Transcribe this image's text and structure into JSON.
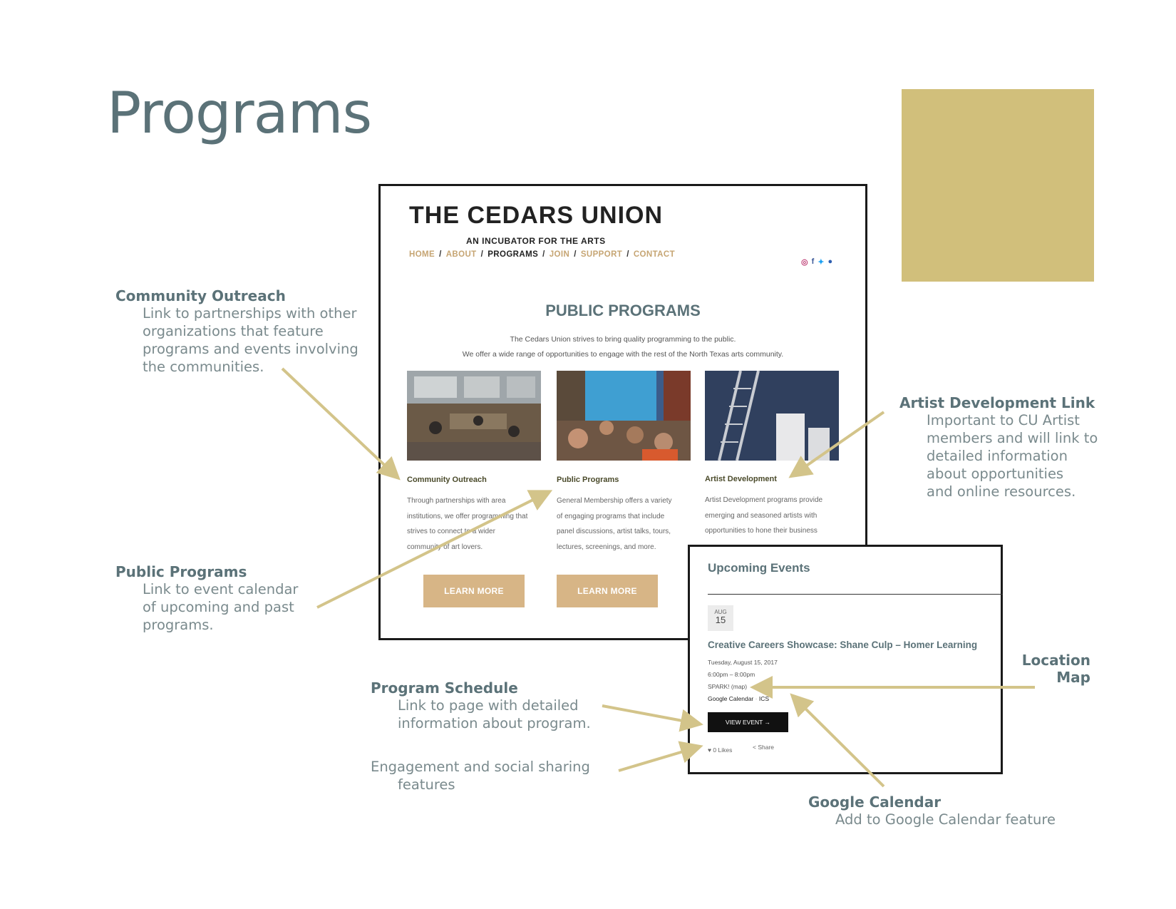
{
  "slide": {
    "title": "Programs"
  },
  "annotations": {
    "community_outreach": {
      "heading": "Community Outreach",
      "lines": [
        "Link to partnerships with other",
        "organizations that feature",
        "programs and events involving",
        "the communities."
      ]
    },
    "public_programs": {
      "heading": "Public Programs",
      "lines": [
        "Link to event calendar",
        "of upcoming and past",
        "programs."
      ]
    },
    "artist_development": {
      "heading": "Artist Development Link",
      "lines": [
        "Important to CU Artist",
        "members and will link to",
        "detailed information",
        "about opportunities",
        "and online resources."
      ]
    },
    "program_schedule": {
      "heading": "Program Schedule",
      "lines": [
        "Link to page with detailed",
        "information about program."
      ]
    },
    "engagement": {
      "lines": [
        "Engagement and social sharing",
        "features"
      ]
    },
    "location": {
      "lines": [
        "Location",
        "Map"
      ]
    },
    "google_calendar": {
      "heading": "Google Calendar",
      "lines": [
        "Add to Google Calendar feature"
      ]
    }
  },
  "site": {
    "name": "THE CEDARS UNION",
    "tagline": "AN INCUBATOR FOR THE ARTS",
    "nav": [
      "HOME",
      "ABOUT",
      "PROGRAMS",
      "JOIN",
      "SUPPORT",
      "CONTACT"
    ],
    "active_nav": "PROGRAMS",
    "social": [
      "instagram-icon",
      "facebook-icon",
      "twitter-icon",
      "flickr-icon"
    ],
    "section_title": "PUBLIC PROGRAMS",
    "intro": [
      "The Cedars Union strives to bring quality programming to the public.",
      "We offer a wide range of opportunities to engage with the rest of the North Texas arts community."
    ],
    "cards": [
      {
        "title": "Community Outreach",
        "text": [
          "Through partnerships with area",
          "institutions, we offer programming that",
          "strives to connect to a wider",
          "community of art lovers."
        ],
        "button": "LEARN MORE"
      },
      {
        "title": "Public Programs",
        "text": [
          "General Membership offers a variety",
          "of engaging programs that include",
          "panel discussions, artist talks, tours,",
          "lectures, screenings, and more."
        ],
        "button": "LEARN MORE"
      },
      {
        "title": "Artist Development",
        "text": [
          "Artist Development programs provide",
          "emerging and seasoned artists with",
          "opportunities to hone their business"
        ]
      }
    ]
  },
  "events": {
    "title": "Upcoming Events",
    "date_month": "AUG",
    "date_day": "15",
    "event_title": "Creative Careers Showcase: Shane Culp – Homer Learning",
    "date_line": "Tuesday, August 15, 2017",
    "time_line": "6:00pm – 8:00pm",
    "venue": "SPARK!",
    "map_link": "(map)",
    "calendar_links": [
      "Google Calendar",
      "ICS"
    ],
    "view_button": "VIEW EVENT →",
    "likes": "♥ 0 Likes",
    "share": "< Share"
  },
  "colors": {
    "accent_gold": "#d1bf7b",
    "heading_teal": "#5b7278",
    "button_tan": "#d7b586",
    "arrow": "#d3c48a"
  }
}
